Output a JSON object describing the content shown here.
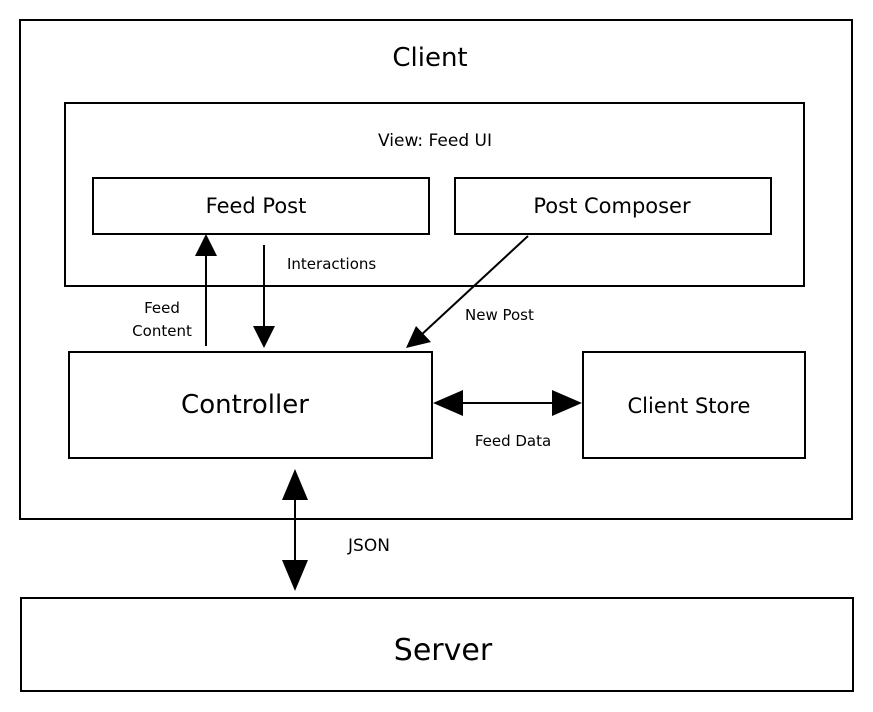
{
  "diagram": {
    "client": {
      "title": "Client"
    },
    "view": {
      "title": "View: Feed UI"
    },
    "feed_post": {
      "label": "Feed Post"
    },
    "post_composer": {
      "label": "Post Composer"
    },
    "controller": {
      "label": "Controller"
    },
    "client_store": {
      "label": "Client Store"
    },
    "server": {
      "label": "Server"
    },
    "edges": {
      "interactions": "Interactions",
      "feed_content_line1": "Feed",
      "feed_content_line2": "Content",
      "new_post": "New Post",
      "feed_data": "Feed Data",
      "json": "JSON"
    }
  }
}
